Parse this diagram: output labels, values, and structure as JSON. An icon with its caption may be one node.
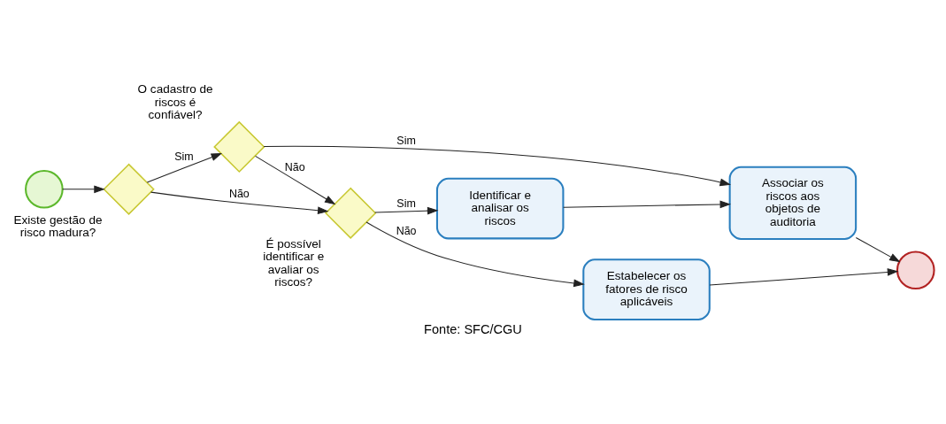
{
  "diagram": {
    "caption": "Fonte: SFC/CGU",
    "nodes": [
      {
        "text": [],
        "shape": "circle"
      },
      {
        "text": [],
        "shape": "diamond",
        "beside": [
          "Existe gestão de risco madura?"
        ]
      },
      {
        "text": [],
        "shape": "diamond",
        "beside": [
          "O cadastro de riscos é confiável?"
        ]
      },
      {
        "text": [],
        "shape": "diamond",
        "beside": [
          "É possível identificar e avaliar os riscos?"
        ]
      },
      {
        "text": [
          "Identificar e analisar os riscos"
        ]
      },
      {
        "text": [
          "Estabelecer os fatores de risco aplicáveis"
        ]
      },
      {
        "text": [
          "Associar os riscos aos objetos de auditoria"
        ]
      },
      {
        "text": [],
        "shape": "circle"
      }
    ],
    "edges": [
      {
        "from": 0,
        "to": 1,
        "arrow": "to"
      },
      {
        "from": 1,
        "to": 2,
        "arrow": "to",
        "label": "Sim"
      },
      {
        "from": 1,
        "to": 3,
        "arrow": "to",
        "label": "Não"
      },
      {
        "from": 2,
        "to": 6,
        "arrow": "to",
        "label": "Sim"
      },
      {
        "from": 2,
        "to": 3,
        "arrow": "to",
        "label": "Não"
      },
      {
        "from": 3,
        "to": 4,
        "arrow": "to",
        "label": "Sim"
      },
      {
        "from": 3,
        "to": 5,
        "arrow": "to",
        "label": "Não"
      },
      {
        "from": 4,
        "to": 6,
        "arrow": "to"
      },
      {
        "from": 6,
        "to": 7,
        "arrow": "to"
      },
      {
        "from": 5,
        "to": 7,
        "arrow": "to"
      }
    ]
  }
}
